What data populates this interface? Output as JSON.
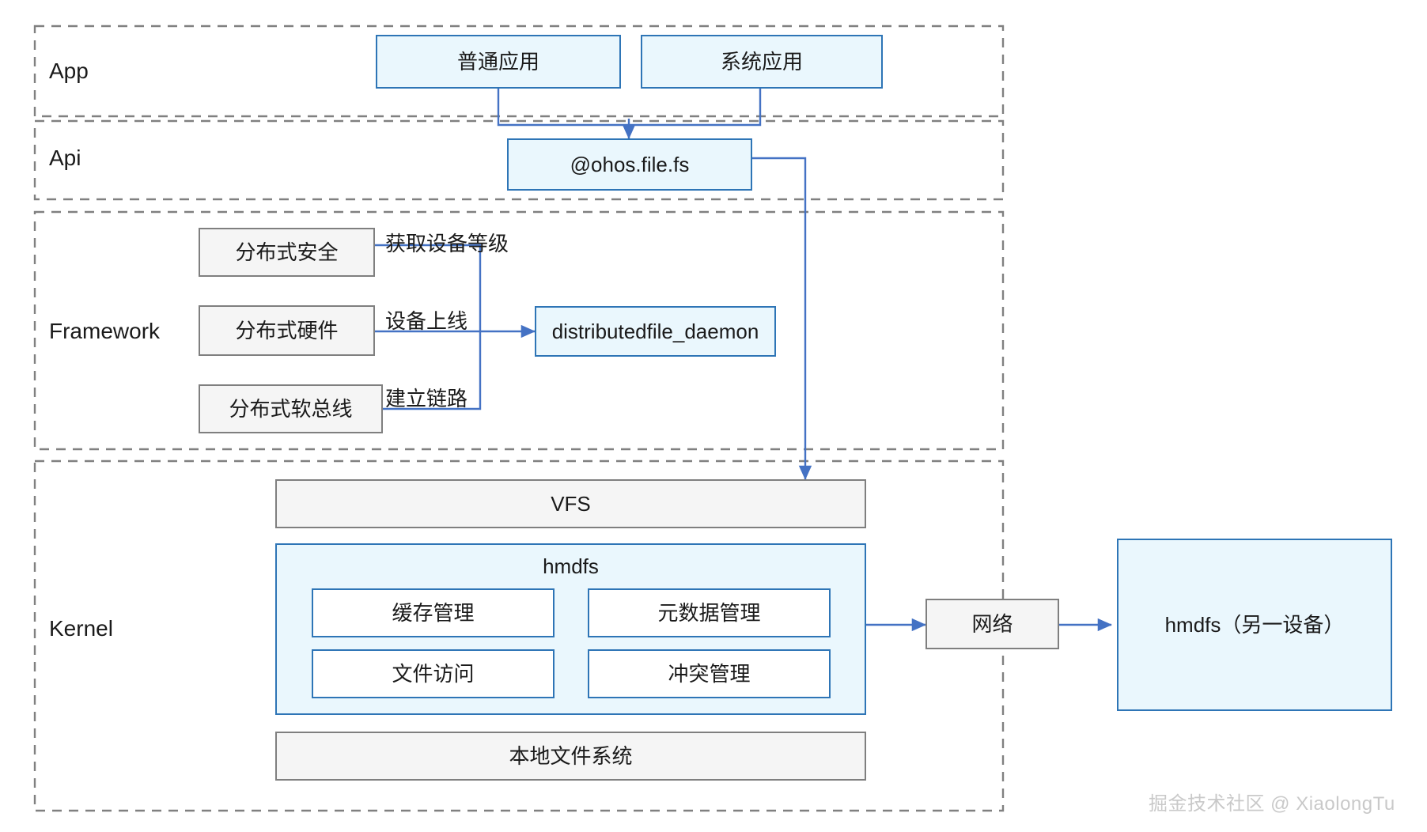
{
  "diagram": {
    "title": "HarmonyOS distributed file system architecture",
    "colors": {
      "blue_border": "#2e75b6",
      "blue_fill": "#eaf7fd",
      "gray_border": "#7f7f7f",
      "gray_fill": "#f5f5f5",
      "arrow": "#4472c4",
      "dashed_border": "#808080",
      "watermark": "#c9c9c9"
    }
  },
  "layers": [
    {
      "id": "app",
      "label": "App"
    },
    {
      "id": "api",
      "label": "Api"
    },
    {
      "id": "framework",
      "label": "Framework"
    },
    {
      "id": "kernel",
      "label": "Kernel"
    }
  ],
  "nodes": {
    "normal_app": "普通应用",
    "system_app": "系统应用",
    "ohos_file_fs": "@ohos.file.fs",
    "distributed_security": "分布式安全",
    "distributed_hardware": "分布式硬件",
    "distributed_softbus": "分布式软总线",
    "distributedfile_daemon": "distributedfile_daemon",
    "vfs": "VFS",
    "hmdfs": "hmdfs",
    "cache_mgmt": "缓存管理",
    "metadata_mgmt": "元数据管理",
    "file_access": "文件访问",
    "conflict_mgmt": "冲突管理",
    "local_fs": "本地文件系统",
    "network": "网络",
    "remote_hmdfs": "hmdfs（另一设备）"
  },
  "edge_labels": {
    "get_device_level": "获取设备等级",
    "device_online": "设备上线",
    "establish_link": "建立链路"
  },
  "watermark": "掘金技术社区 @ XiaolongTu"
}
